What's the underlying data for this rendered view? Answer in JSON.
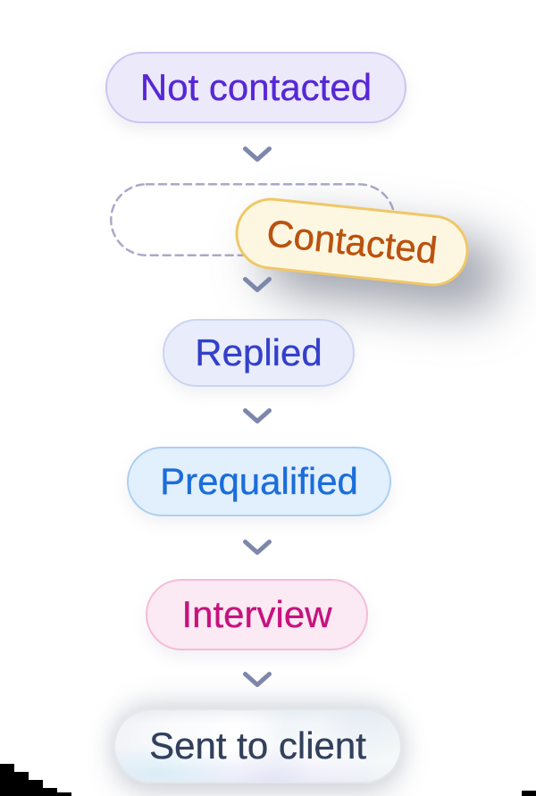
{
  "flow": {
    "stages": [
      {
        "label": "Not contacted",
        "text_color": "#5727D6",
        "bg_color": "#ECE9FB",
        "border_color": "#CCC5F1",
        "border_width": 2,
        "state": "default"
      },
      {
        "label": "Contacted",
        "text_color": "#BA520F",
        "bg_color": "#FDF7E2",
        "border_color": "#F0C766",
        "border_width": 3,
        "state": "dragging"
      },
      {
        "label": "Replied",
        "text_color": "#3440C9",
        "bg_color": "#E9EDFB",
        "border_color": "#CBD4F2",
        "border_width": 2,
        "state": "default"
      },
      {
        "label": "Prequalified",
        "text_color": "#1B6DDA",
        "bg_color": "#E2EFFC",
        "border_color": "#ABD0F2",
        "border_width": 2,
        "state": "default"
      },
      {
        "label": "Interview",
        "text_color": "#C5137D",
        "bg_color": "#FBE9F3",
        "border_color": "#F4BCD9",
        "border_width": 2,
        "state": "default"
      },
      {
        "label": "Sent to client",
        "text_color": "#32405C",
        "bg_color": "#FFFFFF",
        "border_color": "#E3E7EC",
        "border_width": 2,
        "state": "default",
        "gradient": true
      }
    ],
    "connector_icon": "chevron-down-icon",
    "connector_color": "#7E87AB",
    "drop_slot_border_color": "#A9A9C9"
  },
  "artifacts": {
    "bottom_left_staircase_color": "#000000",
    "bottom_right_bar_color": "#000000"
  }
}
